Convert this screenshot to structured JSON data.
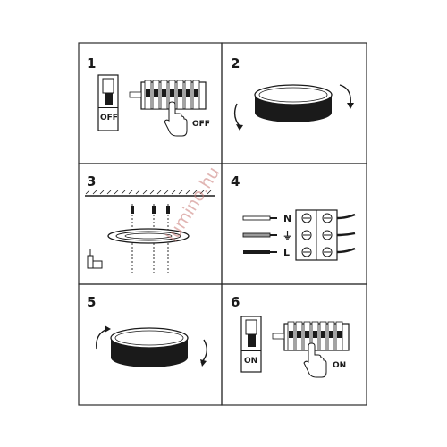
{
  "steps": [
    {
      "number": "1",
      "label": "OFF",
      "switch_label": "OFF"
    },
    {
      "number": "2"
    },
    {
      "number": "3"
    },
    {
      "number": "4",
      "terminals": [
        "N",
        "⏚",
        "L"
      ]
    },
    {
      "number": "5"
    },
    {
      "number": "6",
      "label": "ON",
      "switch_label": "ON"
    }
  ],
  "watermark": "lumino.hu",
  "colors": {
    "ink": "#1a1a1a",
    "border": "#2b2b2b",
    "grey": "#bdbdbd",
    "watermark": "#c97a76"
  }
}
